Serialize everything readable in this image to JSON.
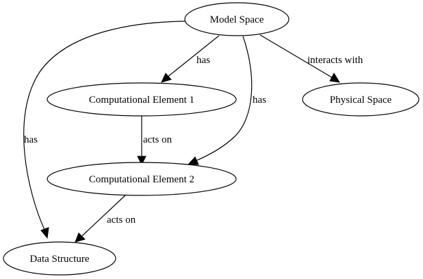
{
  "diagram": {
    "nodes": {
      "model_space": "Model Space",
      "physical_space": "Physical Space",
      "computational_element_1": "Computational Element 1",
      "computational_element_2": "Computational Element 2",
      "data_structure": "Data Structure"
    },
    "edges": {
      "model_to_ce1": "has",
      "model_to_physical": "interacts with",
      "model_to_ce2": "has",
      "model_to_data": "has",
      "ce1_to_ce2": "acts on",
      "ce2_to_data": "acts on"
    }
  }
}
